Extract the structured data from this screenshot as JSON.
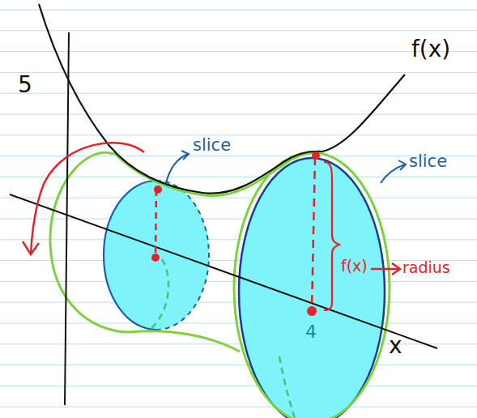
{
  "diagram": {
    "labels": [
      "5",
      "f(x)",
      "slice",
      "slice",
      "f(x)",
      "radius",
      "4",
      "x"
    ]
  }
}
